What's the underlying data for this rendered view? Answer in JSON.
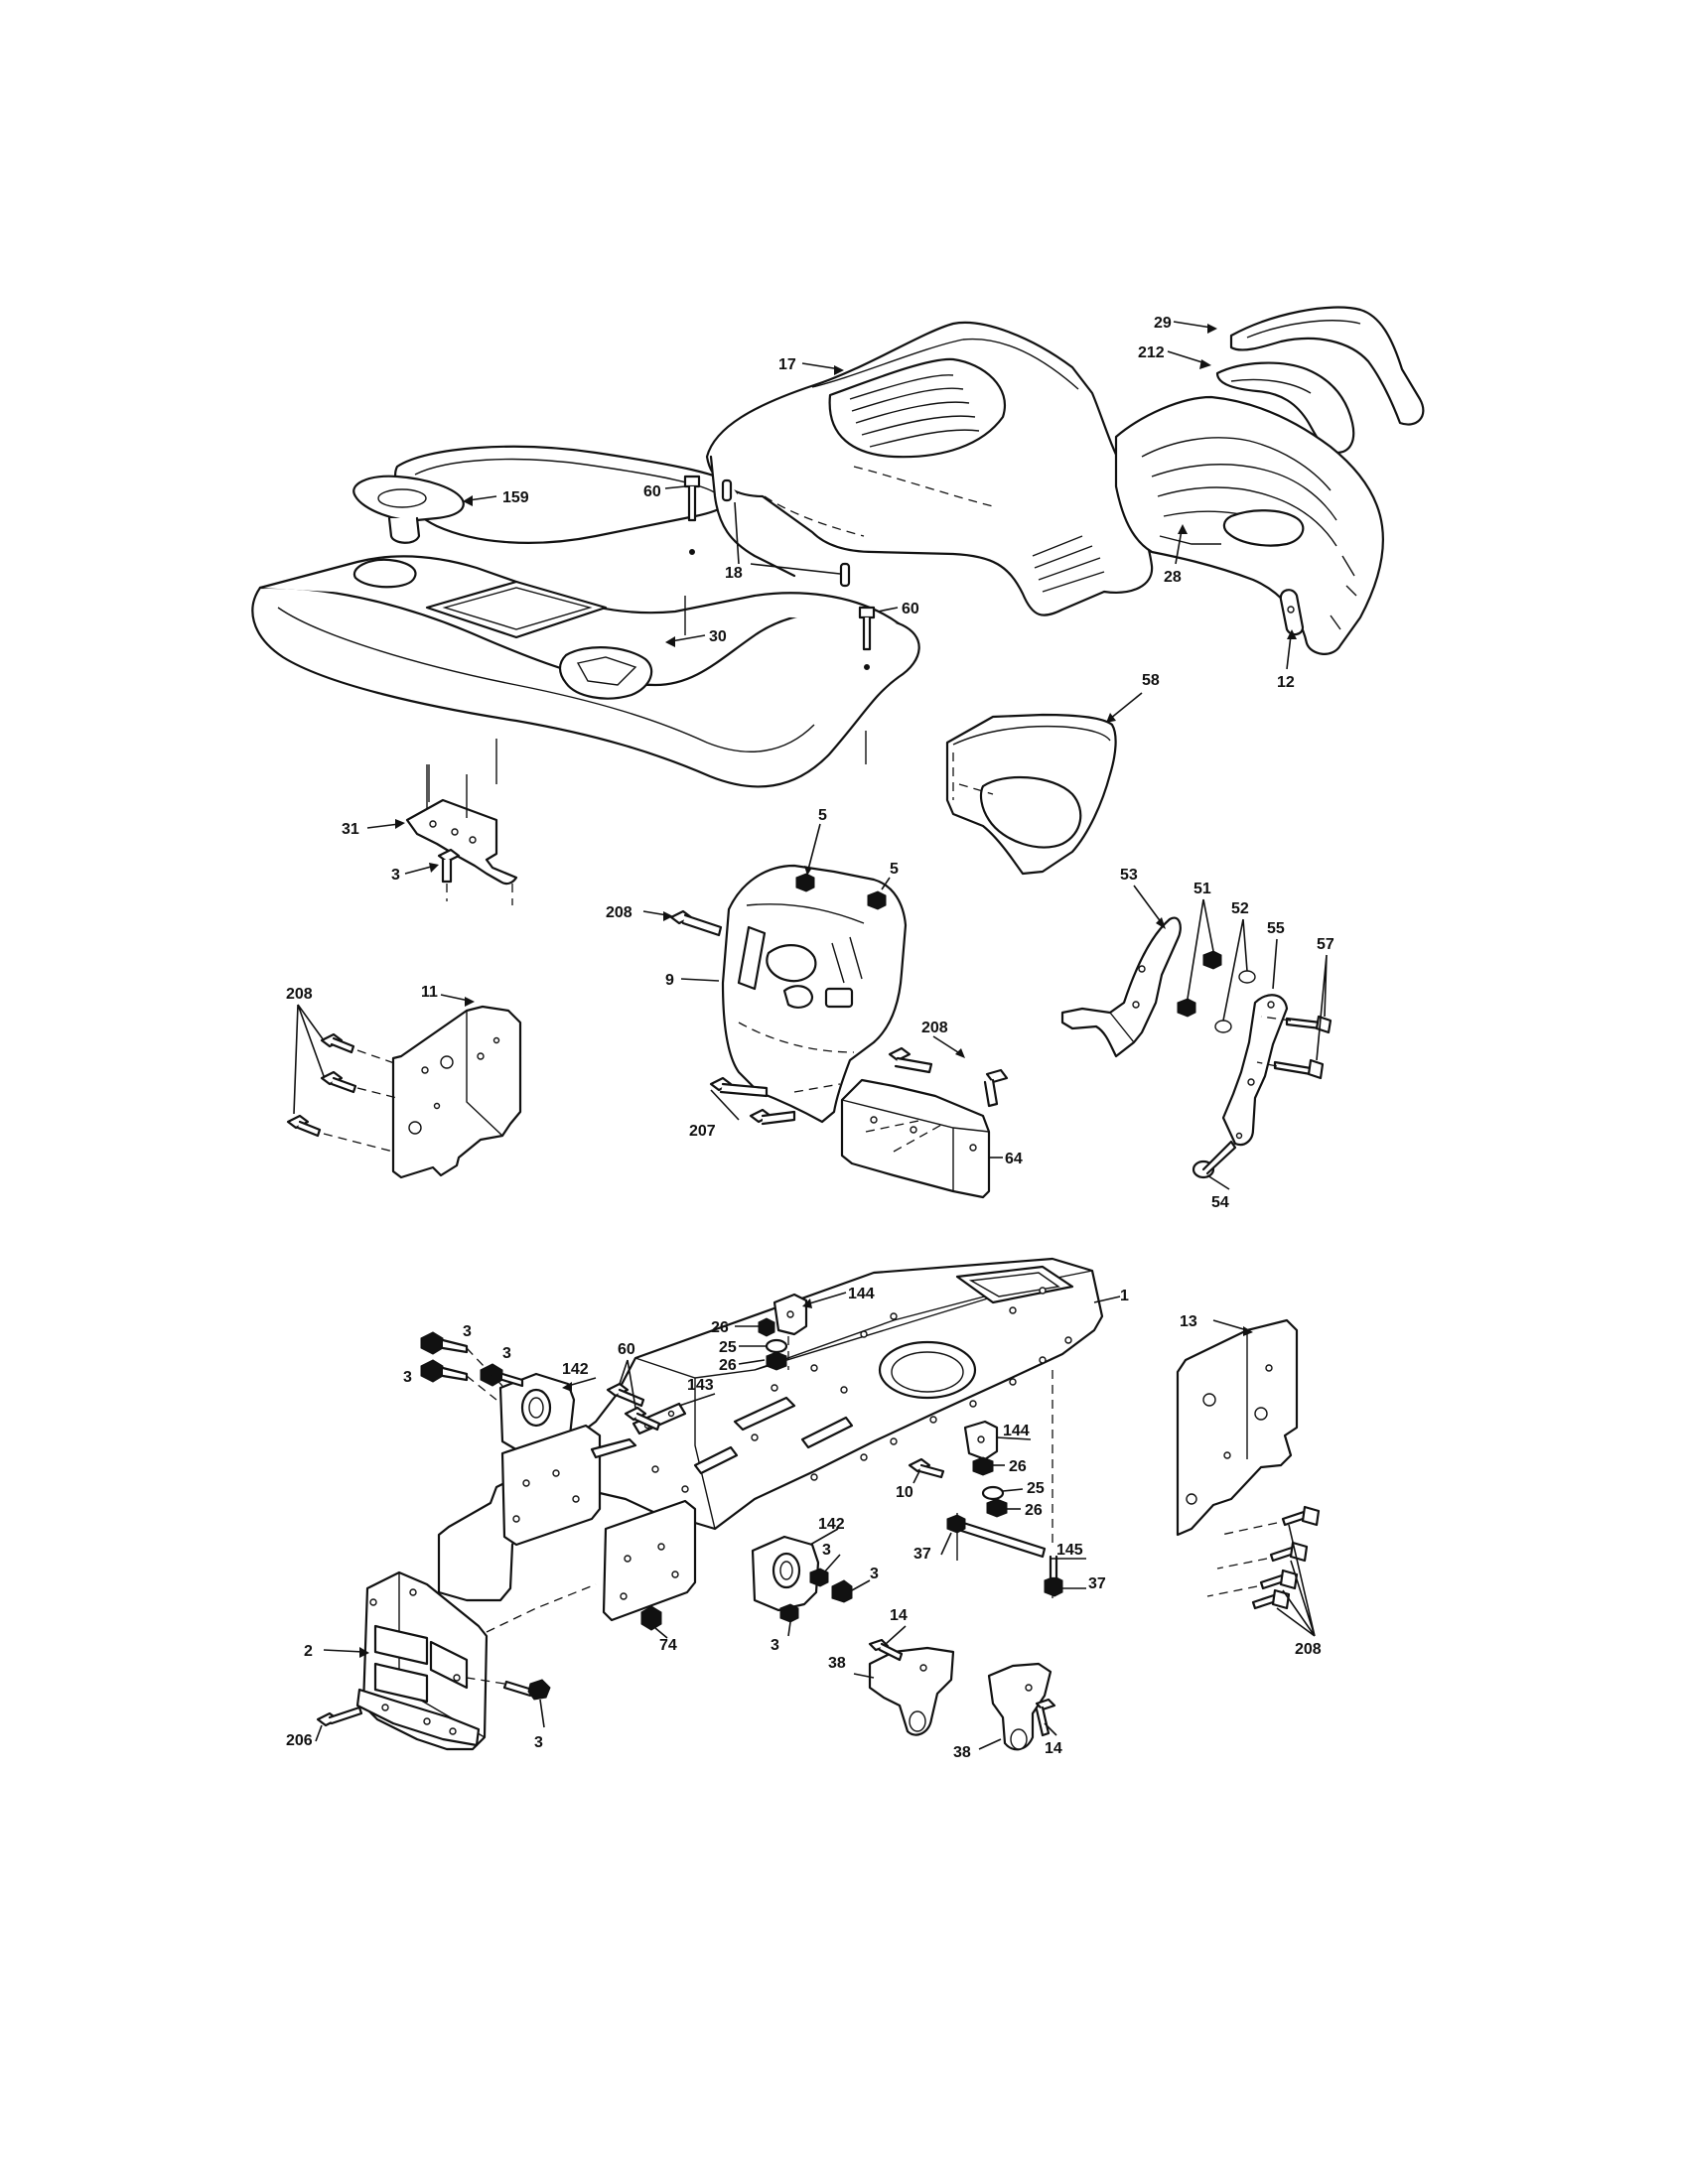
{
  "callouts": [
    {
      "id": "c17",
      "label": "17"
    },
    {
      "id": "c29",
      "label": "29"
    },
    {
      "id": "c212",
      "label": "212"
    },
    {
      "id": "c159",
      "label": "159"
    },
    {
      "id": "c60a",
      "label": "60"
    },
    {
      "id": "c18",
      "label": "18"
    },
    {
      "id": "c60b",
      "label": "60"
    },
    {
      "id": "c30",
      "label": "30"
    },
    {
      "id": "c28",
      "label": "28"
    },
    {
      "id": "c12",
      "label": "12"
    },
    {
      "id": "c58",
      "label": "58"
    },
    {
      "id": "c31",
      "label": "31"
    },
    {
      "id": "c3a",
      "label": "3"
    },
    {
      "id": "c5a",
      "label": "5"
    },
    {
      "id": "c5b",
      "label": "5"
    },
    {
      "id": "c208a",
      "label": "208"
    },
    {
      "id": "c9",
      "label": "9"
    },
    {
      "id": "c208b",
      "label": "208"
    },
    {
      "id": "c11",
      "label": "11"
    },
    {
      "id": "c207",
      "label": "207"
    },
    {
      "id": "c208c",
      "label": "208"
    },
    {
      "id": "c64",
      "label": "64"
    },
    {
      "id": "c53",
      "label": "53"
    },
    {
      "id": "c51",
      "label": "51"
    },
    {
      "id": "c52",
      "label": "52"
    },
    {
      "id": "c55",
      "label": "55"
    },
    {
      "id": "c57",
      "label": "57"
    },
    {
      "id": "c54",
      "label": "54"
    },
    {
      "id": "c144a",
      "label": "144"
    },
    {
      "id": "c26a",
      "label": "26"
    },
    {
      "id": "c25a",
      "label": "25"
    },
    {
      "id": "c26b",
      "label": "26"
    },
    {
      "id": "c1",
      "label": "1"
    },
    {
      "id": "c13",
      "label": "13"
    },
    {
      "id": "c3b",
      "label": "3"
    },
    {
      "id": "c3c",
      "label": "3"
    },
    {
      "id": "c3d",
      "label": "3"
    },
    {
      "id": "c60c",
      "label": "60"
    },
    {
      "id": "c142a",
      "label": "142"
    },
    {
      "id": "c143",
      "label": "143"
    },
    {
      "id": "c144b",
      "label": "144"
    },
    {
      "id": "c26c",
      "label": "26"
    },
    {
      "id": "c10",
      "label": "10"
    },
    {
      "id": "c25b",
      "label": "25"
    },
    {
      "id": "c26d",
      "label": "26"
    },
    {
      "id": "c142b",
      "label": "142"
    },
    {
      "id": "c3e",
      "label": "3"
    },
    {
      "id": "c3f",
      "label": "3"
    },
    {
      "id": "c3g",
      "label": "3"
    },
    {
      "id": "c37a",
      "label": "37"
    },
    {
      "id": "c145",
      "label": "145"
    },
    {
      "id": "c37b",
      "label": "37"
    },
    {
      "id": "c74",
      "label": "74"
    },
    {
      "id": "c2",
      "label": "2"
    },
    {
      "id": "c14a",
      "label": "14"
    },
    {
      "id": "c38a",
      "label": "38"
    },
    {
      "id": "c206",
      "label": "206"
    },
    {
      "id": "c3h",
      "label": "3"
    },
    {
      "id": "c38b",
      "label": "38"
    },
    {
      "id": "c14b",
      "label": "14"
    },
    {
      "id": "c208d",
      "label": "208"
    }
  ]
}
